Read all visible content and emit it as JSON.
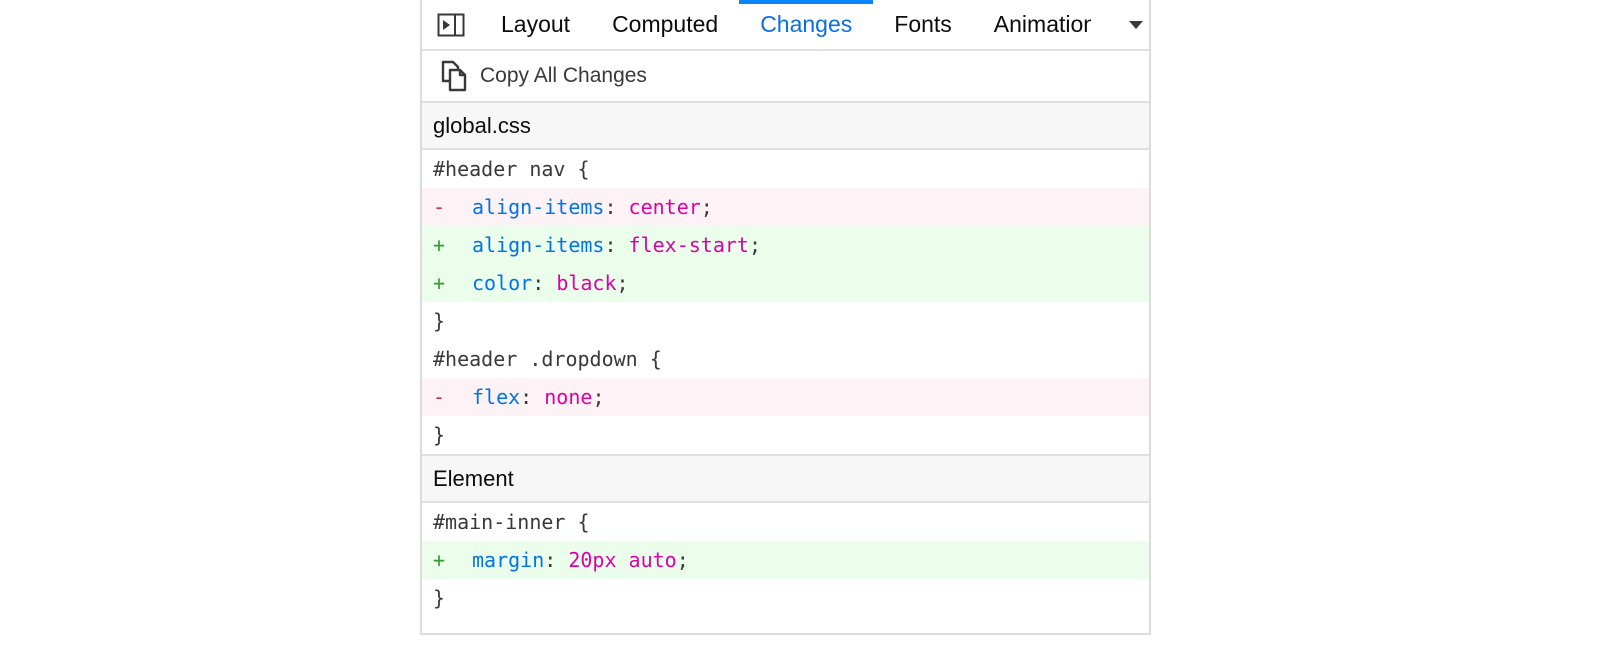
{
  "tabs": [
    {
      "label": "Layout",
      "selected": false
    },
    {
      "label": "Computed",
      "selected": false
    },
    {
      "label": "Changes",
      "selected": true
    },
    {
      "label": "Fonts",
      "selected": false
    },
    {
      "label": "Animations",
      "selected": false
    }
  ],
  "toolbar": {
    "copy_all_label": "Copy All Changes",
    "icon": "copy-icon"
  },
  "sources": [
    {
      "name": "global.css",
      "rules": [
        {
          "selector": "#header nav {",
          "declarations": [
            {
              "type": "removed",
              "marker": "-",
              "property": "align-items",
              "value": "center"
            },
            {
              "type": "added",
              "marker": "+",
              "property": "align-items",
              "value": "flex-start"
            },
            {
              "type": "added",
              "marker": "+",
              "property": "color",
              "value": "black"
            }
          ],
          "close": "}"
        },
        {
          "selector": "#header .dropdown {",
          "declarations": [
            {
              "type": "removed",
              "marker": "-",
              "property": "flex",
              "value": "none"
            }
          ],
          "close": "}"
        }
      ]
    },
    {
      "name": "Element",
      "rules": [
        {
          "selector": "#main-inner {",
          "declarations": [
            {
              "type": "added",
              "marker": "+",
              "property": "margin",
              "value": "20px auto"
            }
          ],
          "close": "}"
        }
      ]
    }
  ],
  "colors": {
    "accent": "#0a84ff",
    "property": "#0074e8",
    "value": "#dd00a9",
    "removed_bg": "#fdf2f5",
    "added_bg": "#ebfdeb"
  }
}
